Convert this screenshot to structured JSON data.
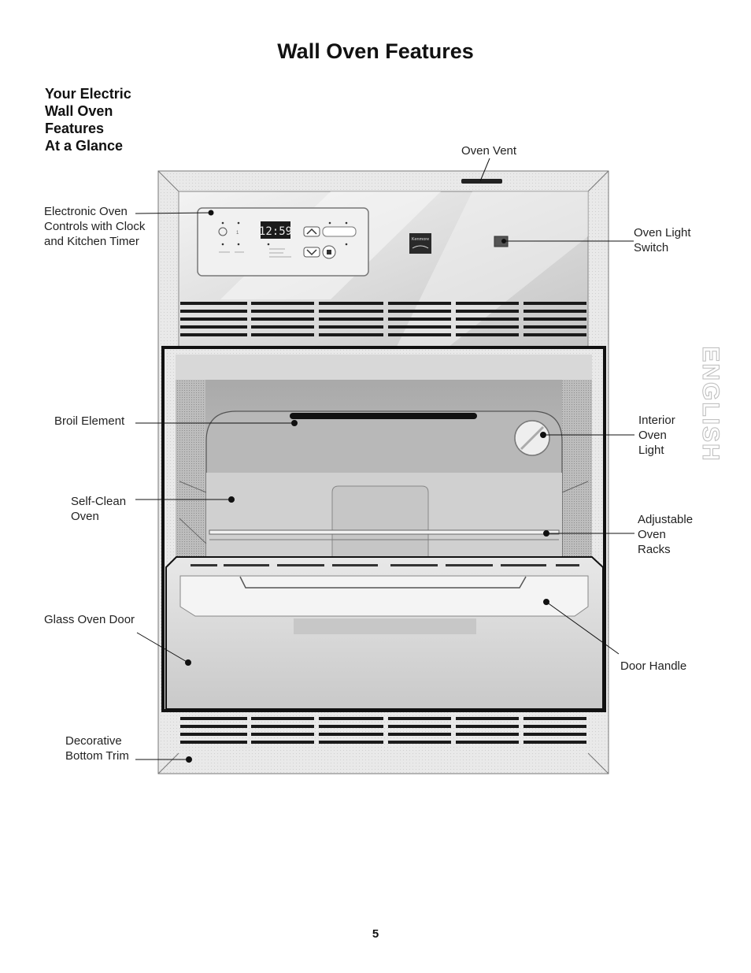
{
  "page": {
    "title": "Wall Oven Features",
    "section_heading": [
      "Your Electric",
      "Wall Oven",
      "Features",
      "At a Glance"
    ],
    "page_number": "5",
    "side_tab": "ENGLISH"
  },
  "diagram": {
    "display_time": "12:59",
    "brand_badge": "Kenmore",
    "callouts": {
      "oven_vent": "Oven Vent",
      "electronic_controls": [
        "Electronic Oven",
        "Controls with Clock",
        "and Kitchen Timer"
      ],
      "oven_light_switch": [
        "Oven Light",
        "Switch"
      ],
      "broil_element": "Broil Element",
      "interior_oven_light": [
        "Interior",
        "Oven",
        "Light"
      ],
      "self_clean_oven": [
        "Self-Clean",
        "Oven"
      ],
      "adjustable_oven_racks": [
        "Adjustable",
        "Oven",
        "Racks"
      ],
      "glass_oven_door": "Glass Oven Door",
      "door_handle": "Door Handle",
      "decorative_bottom_trim": [
        "Decorative",
        "Bottom Trim"
      ]
    }
  },
  "colors": {
    "line": "#111111",
    "panel_light": "#ececec",
    "panel_mid": "#d4d4d4",
    "panel_dark": "#9a9a9a",
    "vent_dark": "#1a1a1a",
    "lcd": "#1b1b1b"
  }
}
